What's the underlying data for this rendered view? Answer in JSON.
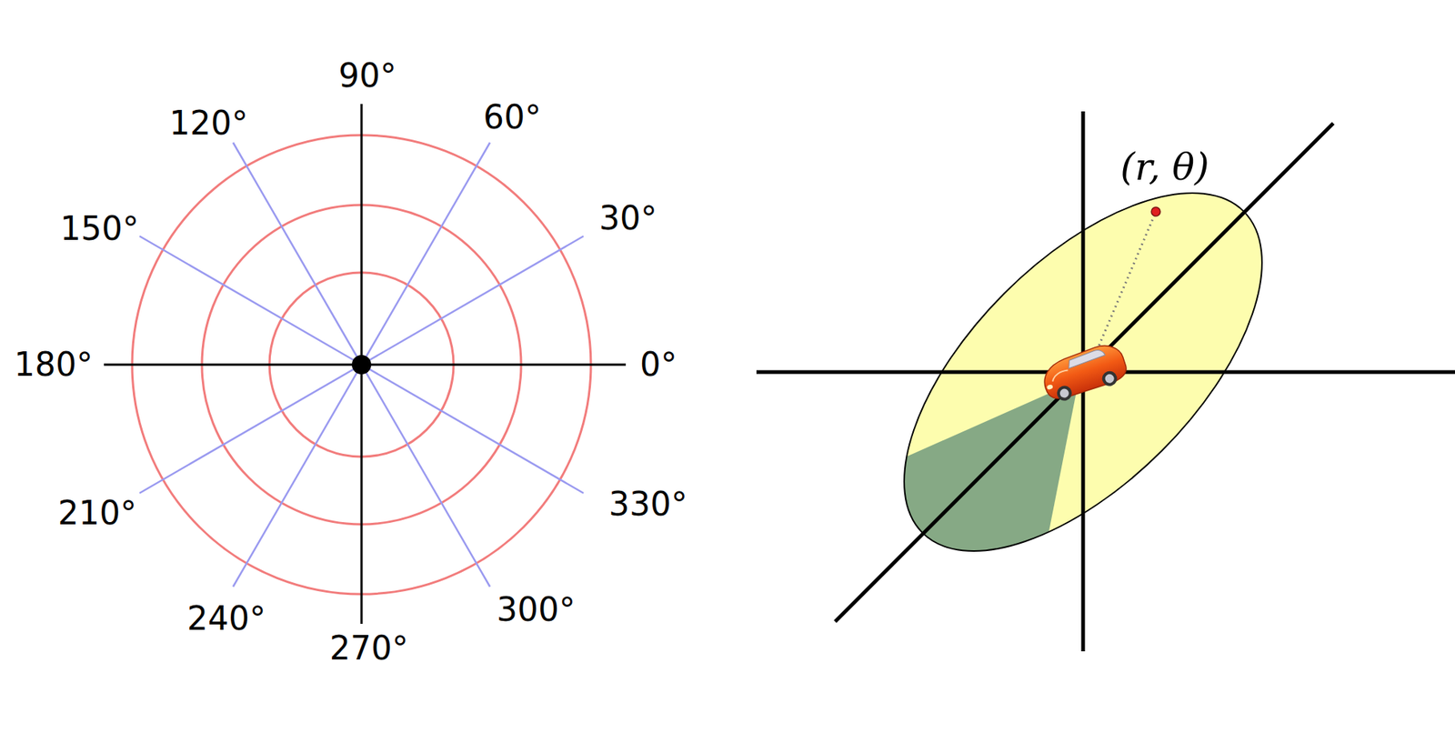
{
  "diagram": {
    "labels": [
      "90°",
      "120°",
      "60°",
      "150°",
      "30°",
      "180°",
      "0°",
      "210°",
      "330°",
      "240°",
      "300°",
      "270°",
      "(r, θ)"
    ]
  }
}
